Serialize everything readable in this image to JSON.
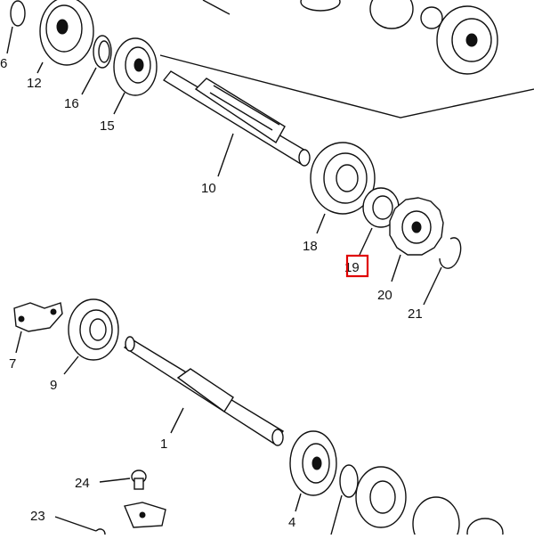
{
  "labels": {
    "p6": "6",
    "p12": "12",
    "p16": "16",
    "p15": "15",
    "p10": "10",
    "p18": "18",
    "p19": "19",
    "p20": "20",
    "p21": "21",
    "p7": "7",
    "p9": "9",
    "p1": "1",
    "p24": "24",
    "p23": "23",
    "p4": "4"
  },
  "colors": {
    "ink": "#111111",
    "highlight": "#e00000",
    "background": "#ffffff"
  }
}
